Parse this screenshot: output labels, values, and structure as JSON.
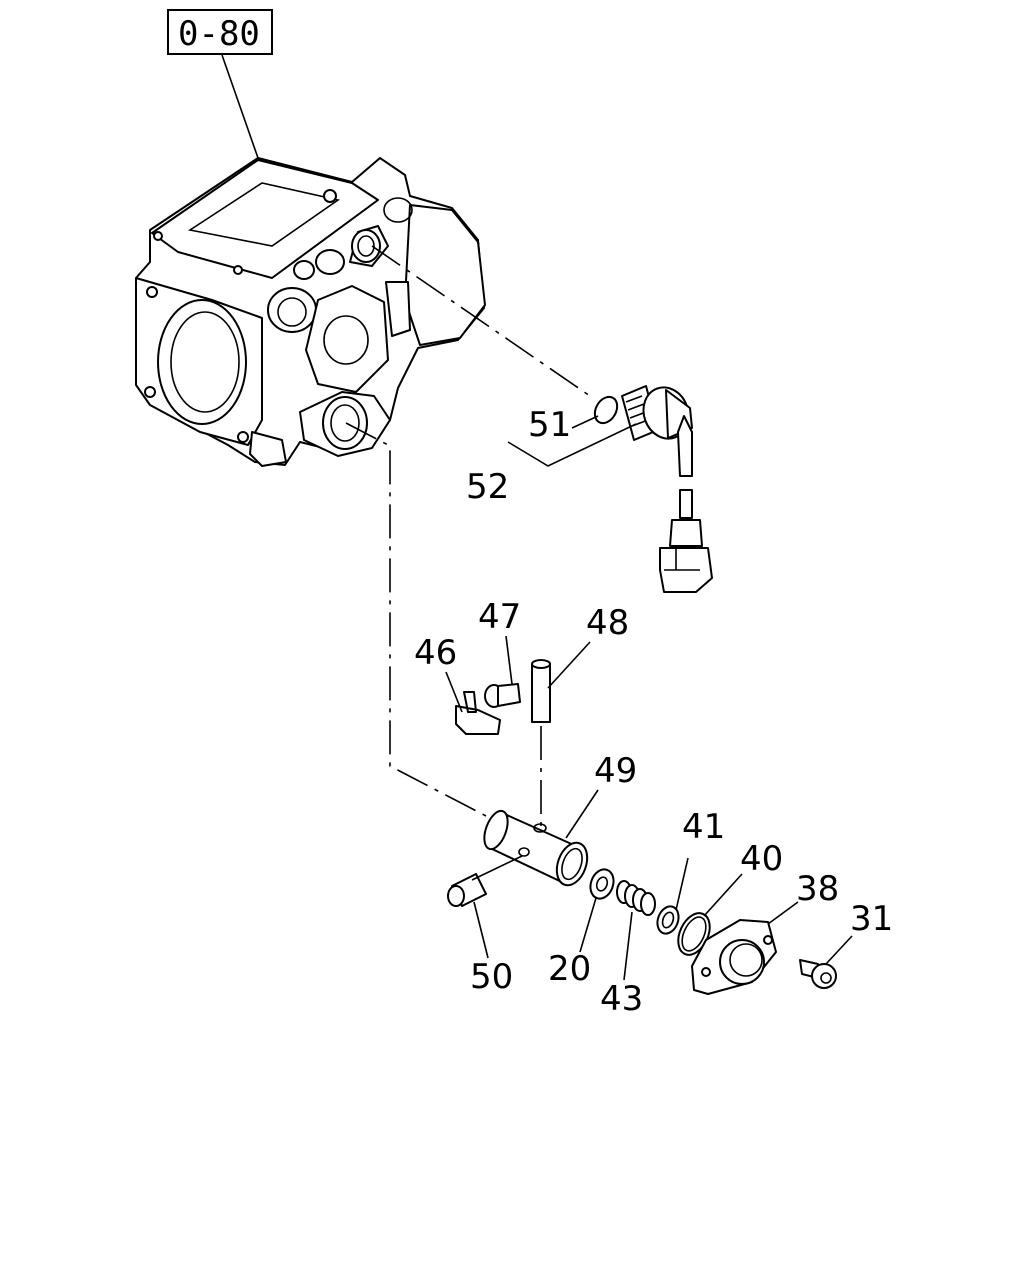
{
  "reference_label": "0-80",
  "callouts": [
    {
      "id": "51",
      "text": "51"
    },
    {
      "id": "52",
      "text": "52"
    },
    {
      "id": "46",
      "text": "46"
    },
    {
      "id": "47",
      "text": "47"
    },
    {
      "id": "48",
      "text": "48"
    },
    {
      "id": "49",
      "text": "49"
    },
    {
      "id": "41",
      "text": "41"
    },
    {
      "id": "40",
      "text": "40"
    },
    {
      "id": "38",
      "text": "38"
    },
    {
      "id": "31",
      "text": "31"
    },
    {
      "id": "50",
      "text": "50"
    },
    {
      "id": "20",
      "text": "20"
    },
    {
      "id": "43",
      "text": "43"
    }
  ]
}
